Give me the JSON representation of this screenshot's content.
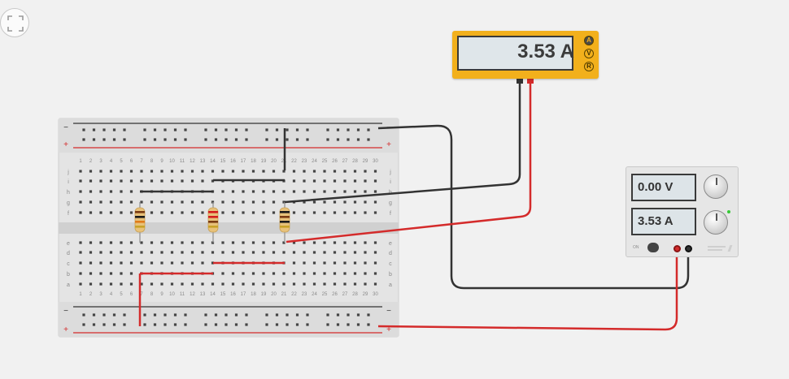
{
  "canvas": {
    "background": "#f1f1f1",
    "fit_icon": "fit-to-view-icon"
  },
  "multimeter": {
    "reading": "3.53 A",
    "modes": [
      "A",
      "V",
      "R"
    ],
    "active_mode": "A",
    "body_color": "#f2b01c"
  },
  "power_supply": {
    "voltage_display": "0.00 V",
    "current_display": "3.53 A",
    "toggle_label": "ON"
  },
  "breadboard": {
    "columns": 30,
    "top_row_labels": [
      "j",
      "i",
      "h",
      "g",
      "f"
    ],
    "bottom_row_labels": [
      "e",
      "d",
      "c",
      "b",
      "a"
    ],
    "rail_minus": "−",
    "rail_plus": "+"
  },
  "resistors": [
    {
      "name": "resistor-1",
      "bands": [
        "#7a3b12",
        "#1a1a1a",
        "#e07a1a",
        "#c9a227"
      ]
    },
    {
      "name": "resistor-2",
      "bands": [
        "#d41e1e",
        "#d41e1e",
        "#7a3b12",
        "#c9a227"
      ]
    },
    {
      "name": "resistor-3",
      "bands": [
        "#1a1a1a",
        "#7a3b12",
        "#1a1a1a",
        "#c9a227"
      ]
    }
  ],
  "colors": {
    "wire_red": "#d42b2b",
    "wire_black": "#333333"
  }
}
